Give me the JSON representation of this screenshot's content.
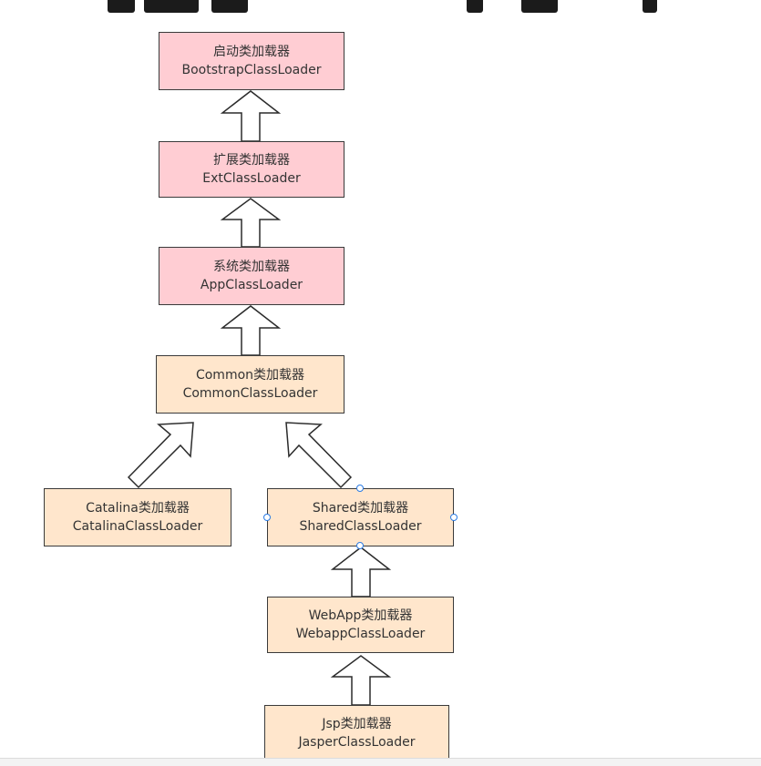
{
  "nodes": {
    "bootstrap": {
      "line1": "启动类加载器",
      "line2": "BootstrapClassLoader"
    },
    "ext": {
      "line1": "扩展类加载器",
      "line2": "ExtClassLoader"
    },
    "app": {
      "line1": "系统类加载器",
      "line2": "AppClassLoader"
    },
    "common": {
      "line1": "Common类加载器",
      "line2": "CommonClassLoader"
    },
    "catalina": {
      "line1": "Catalina类加载器",
      "line2": "CatalinaClassLoader"
    },
    "shared": {
      "line1": "Shared类加载器",
      "line2": "SharedClassLoader"
    },
    "webapp": {
      "line1": "WebApp类加载器",
      "line2": "WebappClassLoader"
    },
    "jsp": {
      "line1": "Jsp类加载器",
      "line2": "JasperClassLoader"
    }
  },
  "colors": {
    "jvm_fill": "#ffcdd3",
    "tomcat_fill": "#ffe6cc",
    "border": "#3a3a3a",
    "selection_handle": "#2b7be4"
  }
}
